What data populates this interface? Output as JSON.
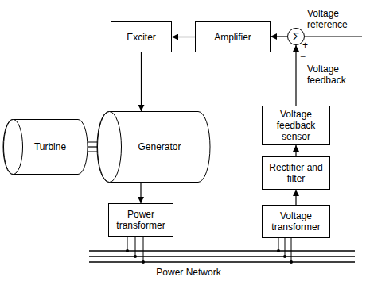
{
  "diagram": {
    "nodes": [
      {
        "text": [
          "Exciter"
        ]
      },
      {
        "text": [
          "Amplifier"
        ]
      },
      {
        "text": [
          "Σ"
        ]
      },
      {
        "text": [
          "Turbine"
        ]
      },
      {
        "text": [
          "Generator"
        ]
      },
      {
        "text": [
          "Voltage feedback sensor"
        ]
      },
      {
        "text": [
          "Rectifier and filter"
        ]
      },
      {
        "text": [
          "Power transformer"
        ]
      },
      {
        "text": [
          "Voltage transformer"
        ]
      }
    ],
    "edges": [
      {
        "from": 1,
        "to": 0,
        "arrow": "to"
      },
      {
        "from": 2,
        "to": 1,
        "arrow": "to"
      },
      {
        "from": 0,
        "to": 4,
        "arrow": "to"
      },
      {
        "from": 3,
        "to": 4,
        "arrow": "none"
      },
      {
        "from": 4,
        "to": 7,
        "arrow": "to"
      },
      {
        "from": 8,
        "to": 6,
        "arrow": "to"
      },
      {
        "from": 6,
        "to": 5,
        "arrow": "to"
      },
      {
        "from": 5,
        "to": 2,
        "arrow": "to"
      }
    ],
    "labels": [
      "Voltage reference",
      "+",
      "−",
      "Voltage feedback",
      "Power Network"
    ]
  }
}
